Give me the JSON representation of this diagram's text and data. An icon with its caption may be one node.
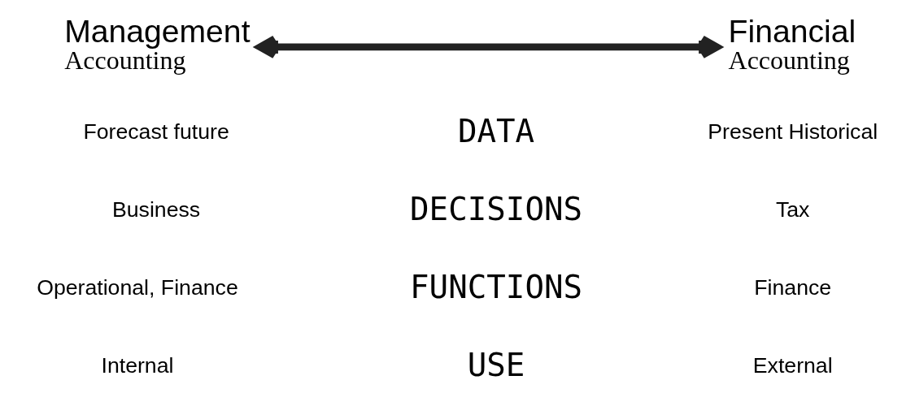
{
  "diagram": {
    "nodes": [
      {
        "text": [
          "Management",
          "Accounting"
        ]
      },
      {
        "text": [
          "Financial",
          "Accounting"
        ]
      }
    ],
    "edges": [
      {
        "from": 0,
        "to": 1,
        "arrow": "both"
      }
    ],
    "labels": [
      "Forecast future",
      "DATA",
      "Present Historical",
      "Business",
      "DECISIONS",
      "Tax",
      "Operational, Finance",
      "FUNCTIONS",
      "Finance",
      "Internal",
      "USE",
      "External"
    ]
  }
}
